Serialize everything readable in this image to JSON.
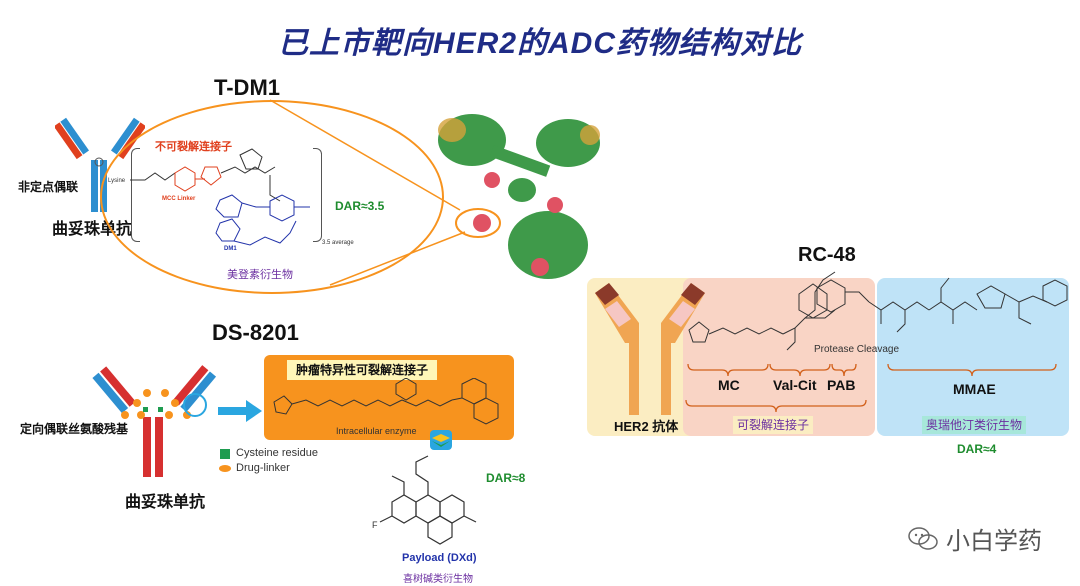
{
  "title": "已上市靶向HER2的ADC药物结构对比",
  "tdm1": {
    "name": "T-DM1",
    "conjugation": "非定点偶联",
    "antibody": "曲妥珠单抗",
    "linker_type": "不可裂解连接子",
    "lysine": "Lysine",
    "mcc_linker": "MCC Linker",
    "dm1": "DM1",
    "payload": "美登素衍生物",
    "dar": "DAR≈3.5",
    "dar_note": "3.5 average"
  },
  "ds8201": {
    "name": "DS-8201",
    "conjugation": "定向偶联丝氨酸残基",
    "antibody": "曲妥珠单抗",
    "linker_type": "肿瘤特异性可裂解连接子",
    "enzyme": "Intracellular enzyme",
    "legend_cys": "Cysteine residue",
    "legend_drug": "Drug-linker",
    "payload_name": "Payload (DXd)",
    "payload": "喜树碱类衍生物",
    "dar": "DAR≈8"
  },
  "rc48": {
    "name": "RC-48",
    "antibody": "HER2 抗体",
    "mc": "MC",
    "valcit": "Val-Cit",
    "pab": "PAB",
    "protease": "Protease Cleavage",
    "linker_type": "可裂解连接子",
    "mmae": "MMAE",
    "payload": "奥瑞他汀类衍生物",
    "dar": "DAR≈4"
  },
  "watermark": "小白学药",
  "colors": {
    "title": "#1f2c86",
    "dar_green": "#1e8c2e",
    "payload_purple": "#6b2fa0",
    "linker_red": "#e0401e",
    "orange": "#f7931e",
    "rc48_blue": "#bfe3f7",
    "rc48_pink": "#f9d4c5",
    "rc48_yellow": "#fbedc2"
  }
}
